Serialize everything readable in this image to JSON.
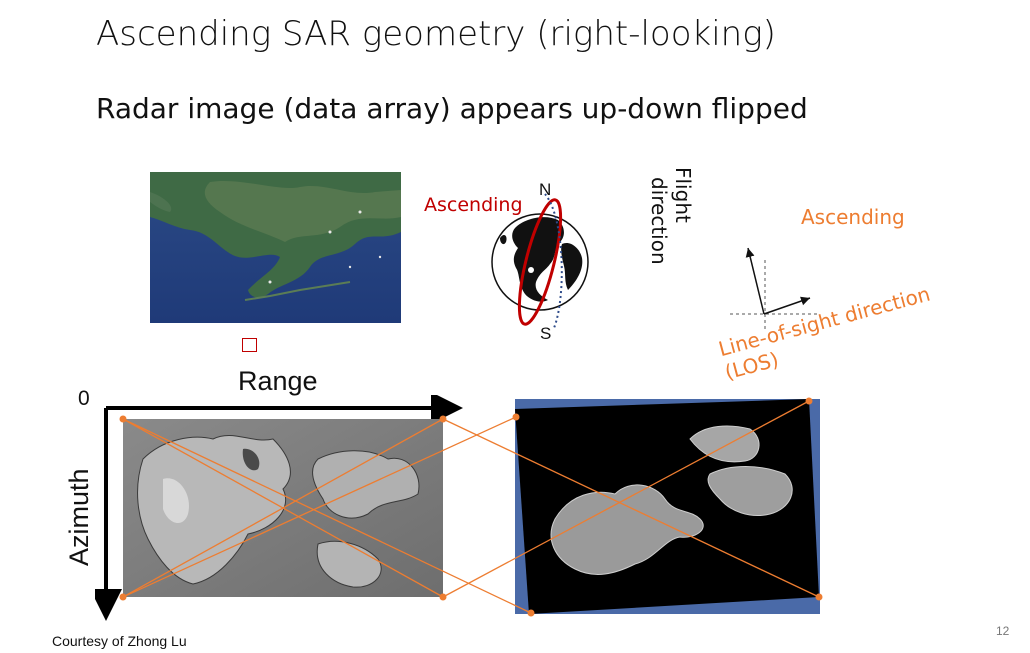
{
  "slide": {
    "title": "Ascending SAR geometry (right-looking)",
    "subtitle": "Radar image (data array) appears up-down flipped",
    "page_number": "12",
    "credit": "Courtesy of Zhong Lu"
  },
  "globe": {
    "orbit_label": "Ascending",
    "north_label": "N",
    "south_label": "S"
  },
  "geometry_inset": {
    "flight_label_line1": "Flight",
    "flight_label_line2": "direction",
    "pass_label": "Ascending",
    "los_label_line1": "Line-of-sight direction",
    "los_label_line2": "(LOS)"
  },
  "radar_image": {
    "origin_label": "0",
    "range_label": "Range",
    "azimuth_label": "Azimuth"
  },
  "colors": {
    "orange": "#ED7D31",
    "dark_red": "#C00000",
    "ocean": "#2E4B8A",
    "text": "#111111"
  }
}
